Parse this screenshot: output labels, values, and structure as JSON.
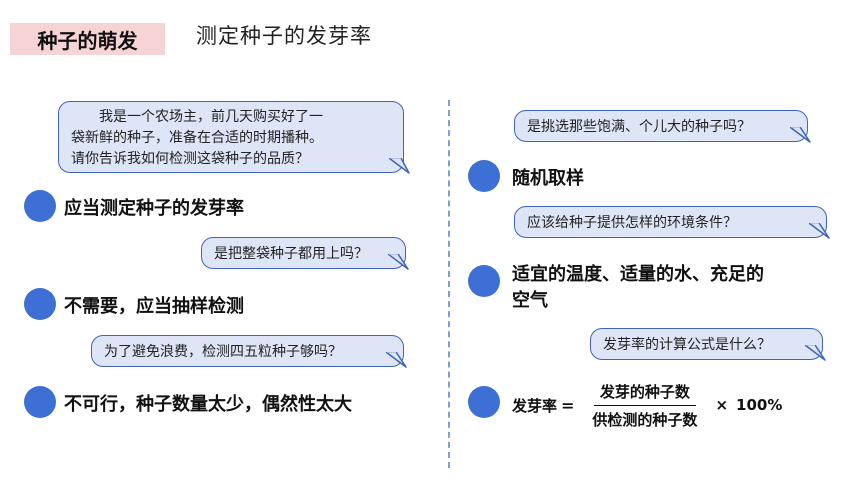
{
  "header": {
    "tag": "种子的萌发",
    "title": "测定种子的发芽率"
  },
  "left": {
    "q1": {
      "line1": "我是一个农场主，前几天购买好了一",
      "line2": "袋新鲜的种子，准备在合适的时期播种。",
      "line3": "请你告诉我如何检测这袋种子的品质？"
    },
    "a1": "应当测定种子的发芽率",
    "q2": "是把整袋种子都用上吗？",
    "a2": "不需要，应当抽样检测",
    "q3": "为了避免浪费，检测四五粒种子够吗？",
    "a3": "不可行，种子数量太少，偶然性太大"
  },
  "right": {
    "q4": "是挑选那些饱满、个儿大的种子吗？",
    "a4": "随机取样",
    "q5": "应该给种子提供怎样的环境条件？",
    "a5_line1": "适宜的温度、适量的水、充足的",
    "a5_line2": "空气",
    "q6": "发芽率的计算公式是什么？",
    "formula": {
      "lhs": "发芽率",
      "eq": "=",
      "numerator": "发芽的种子数",
      "denominator": "供检测的种子数",
      "times": "×",
      "percent": "100%"
    }
  },
  "colors": {
    "tag_bg": "#f6d3d6",
    "bubble_bg": "#dde5f7",
    "bubble_border": "#3f64b5",
    "dot": "#3e6fd5",
    "divider": "#7f9fd0"
  }
}
